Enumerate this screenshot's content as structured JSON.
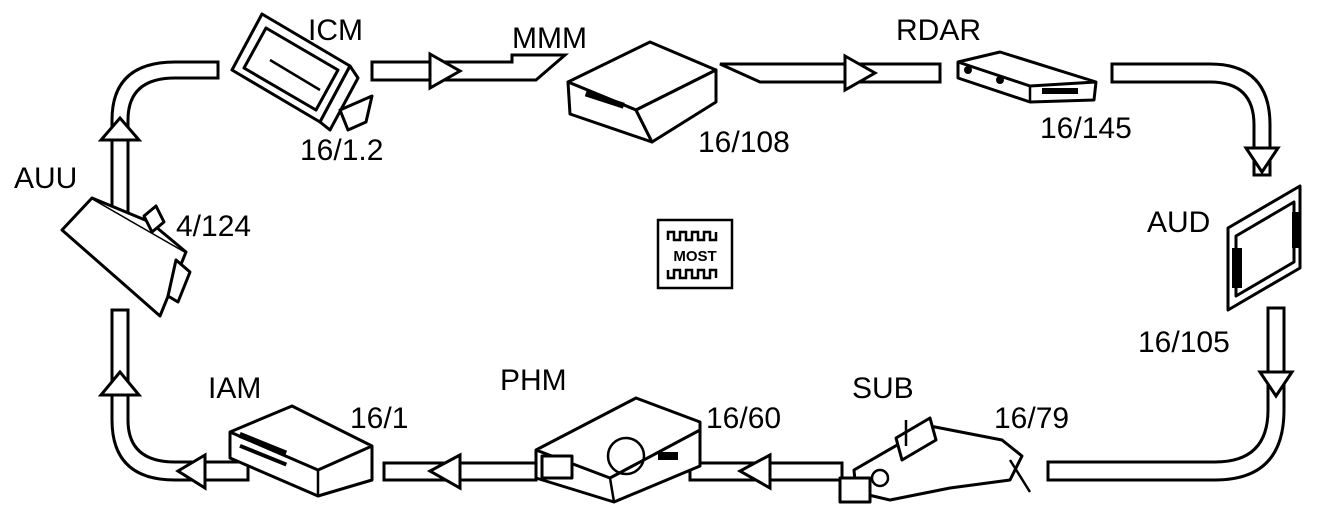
{
  "modules": [
    {
      "id": "icm",
      "label": "ICM",
      "code": "16/1.2"
    },
    {
      "id": "mmm",
      "label": "MMM",
      "code": "16/108"
    },
    {
      "id": "rdar",
      "label": "RDAR",
      "code": "16/145"
    },
    {
      "id": "aud",
      "label": "AUD",
      "code": "16/105"
    },
    {
      "id": "sub",
      "label": "SUB",
      "code": "16/79"
    },
    {
      "id": "phm",
      "label": "PHM",
      "code": "16/60"
    },
    {
      "id": "iam",
      "label": "IAM",
      "code": "16/1"
    },
    {
      "id": "auu",
      "label": "AUU",
      "code": "4/124"
    }
  ],
  "bus": {
    "label": "MOST",
    "icon": "most-bus-icon"
  },
  "colors": {
    "stroke": "#000000",
    "fill": "#ffffff"
  }
}
